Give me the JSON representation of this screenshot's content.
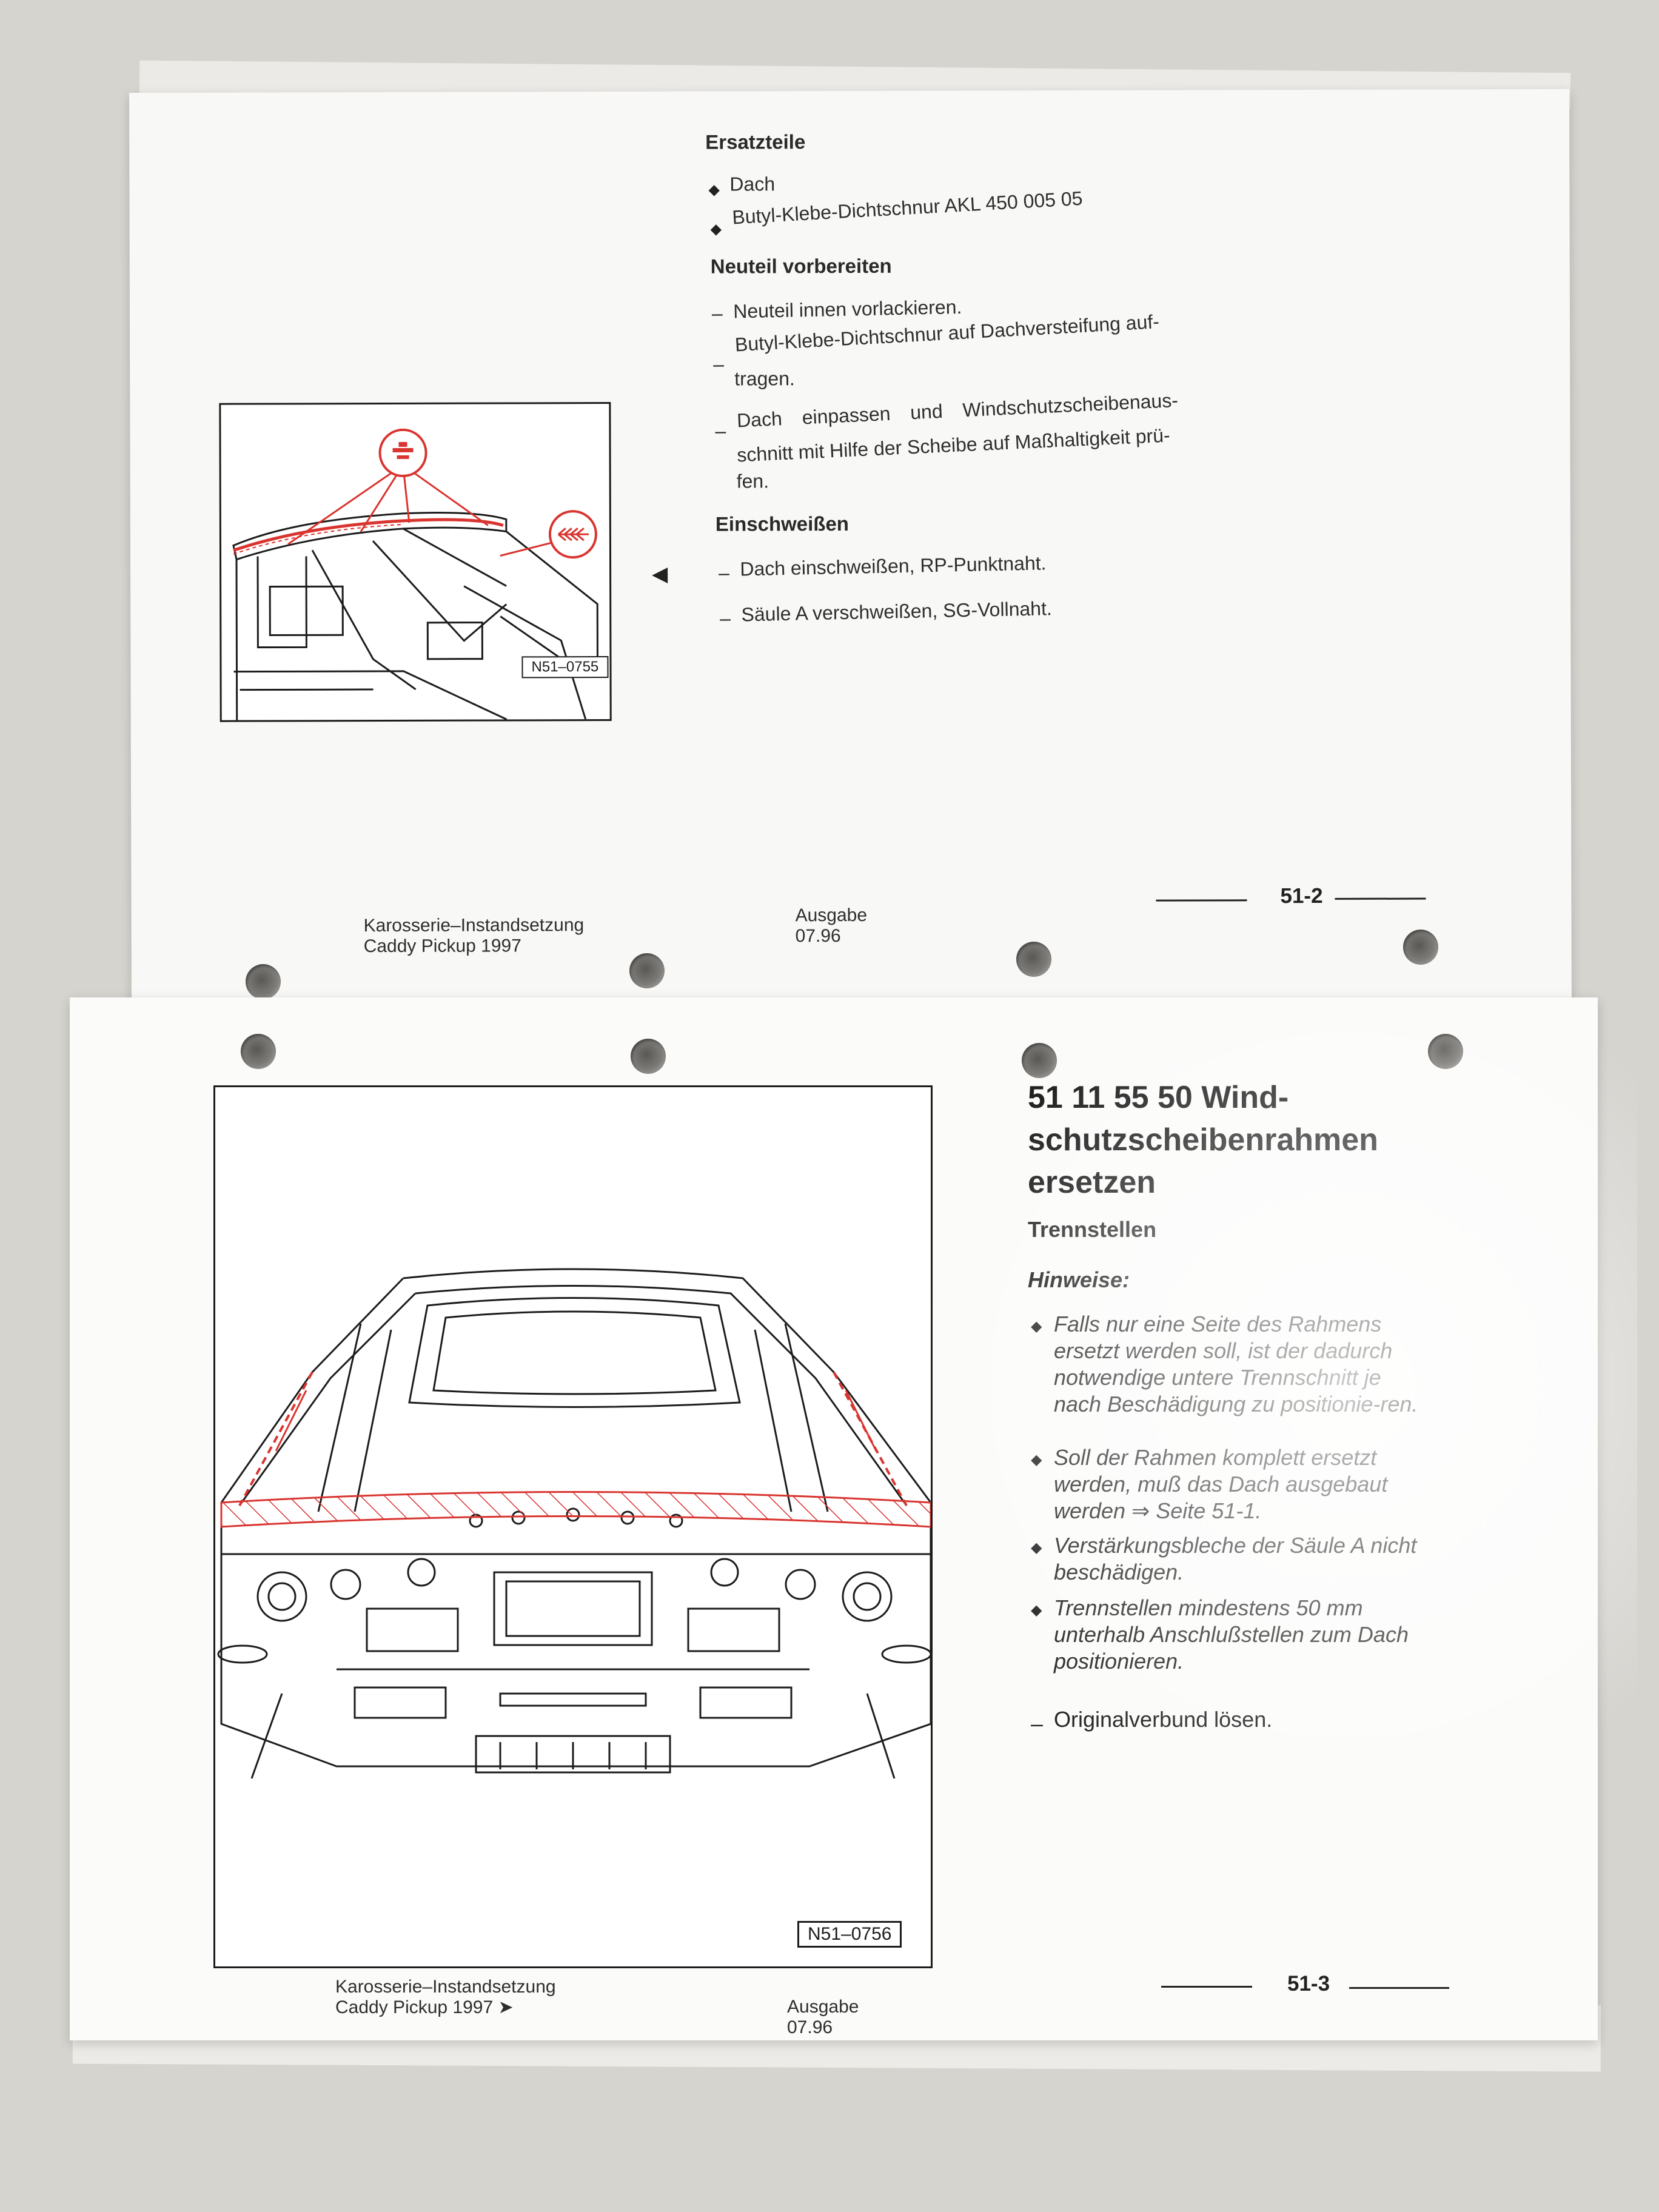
{
  "top_page": {
    "ersatzteile_heading": "Ersatzteile",
    "ersatzteile": [
      "Dach",
      "Butyl-Klebe-Dichtschnur AKL 450 005 05"
    ],
    "prepare_heading": "Neuteil vorbereiten",
    "prepare_steps": [
      [
        "Neuteil innen vorlackieren."
      ],
      [
        "Butyl-Klebe-Dichtschnur auf Dachversteifung auf-",
        "tragen."
      ],
      [
        "Dach einpassen und Windschutzscheibenaus-",
        "schnitt mit Hilfe der Scheibe auf Maßhaltigkeit prü-",
        "fen."
      ]
    ],
    "weld_heading": "Einschweißen",
    "weld_steps": [
      "Dach einschweißen, RP-Punktnaht.",
      "Säule A verschweißen, SG-Vollnaht."
    ],
    "figure_label": "N51–0755",
    "footer_title": [
      "Karosserie–Instandsetzung",
      "Caddy Pickup 1997"
    ],
    "footer_issue": [
      "Ausgabe",
      "07.96"
    ],
    "page_number": "51-2"
  },
  "bottom_page": {
    "title": [
      "51 11 55 50 Wind-",
      "schutzscheibenrahmen",
      "ersetzen"
    ],
    "section_heading": "Trennstellen",
    "hints_heading": "Hinweise:",
    "hints": [
      "Falls nur eine Seite des Rahmens ersetzt werden soll, ist der dadurch notwendige untere Trennschnitt je nach Beschädigung zu positionie-ren.",
      "Soll der Rahmen komplett ersetzt werden, muß das Dach ausgebaut werden ⇒ Seite 51-1.",
      "Verstärkungsbleche der Säule A nicht beschädigen.",
      "Trennstellen mindestens 50 mm unterhalb Anschlußstellen zum Dach positionieren."
    ],
    "final_step": "Originalverbund lösen.",
    "figure_label": "N51–0756",
    "footer_title": [
      "Karosserie–Instandsetzung",
      "Caddy Pickup 1997 ➤"
    ],
    "footer_issue": [
      "Ausgabe",
      "07.96"
    ],
    "page_number": "51-3"
  },
  "icons": {
    "bullet": "◆",
    "dash": "–",
    "arrow": "◀"
  },
  "colors": {
    "hatch_red": "#d9342f",
    "line_art": "#1c1c1c"
  }
}
